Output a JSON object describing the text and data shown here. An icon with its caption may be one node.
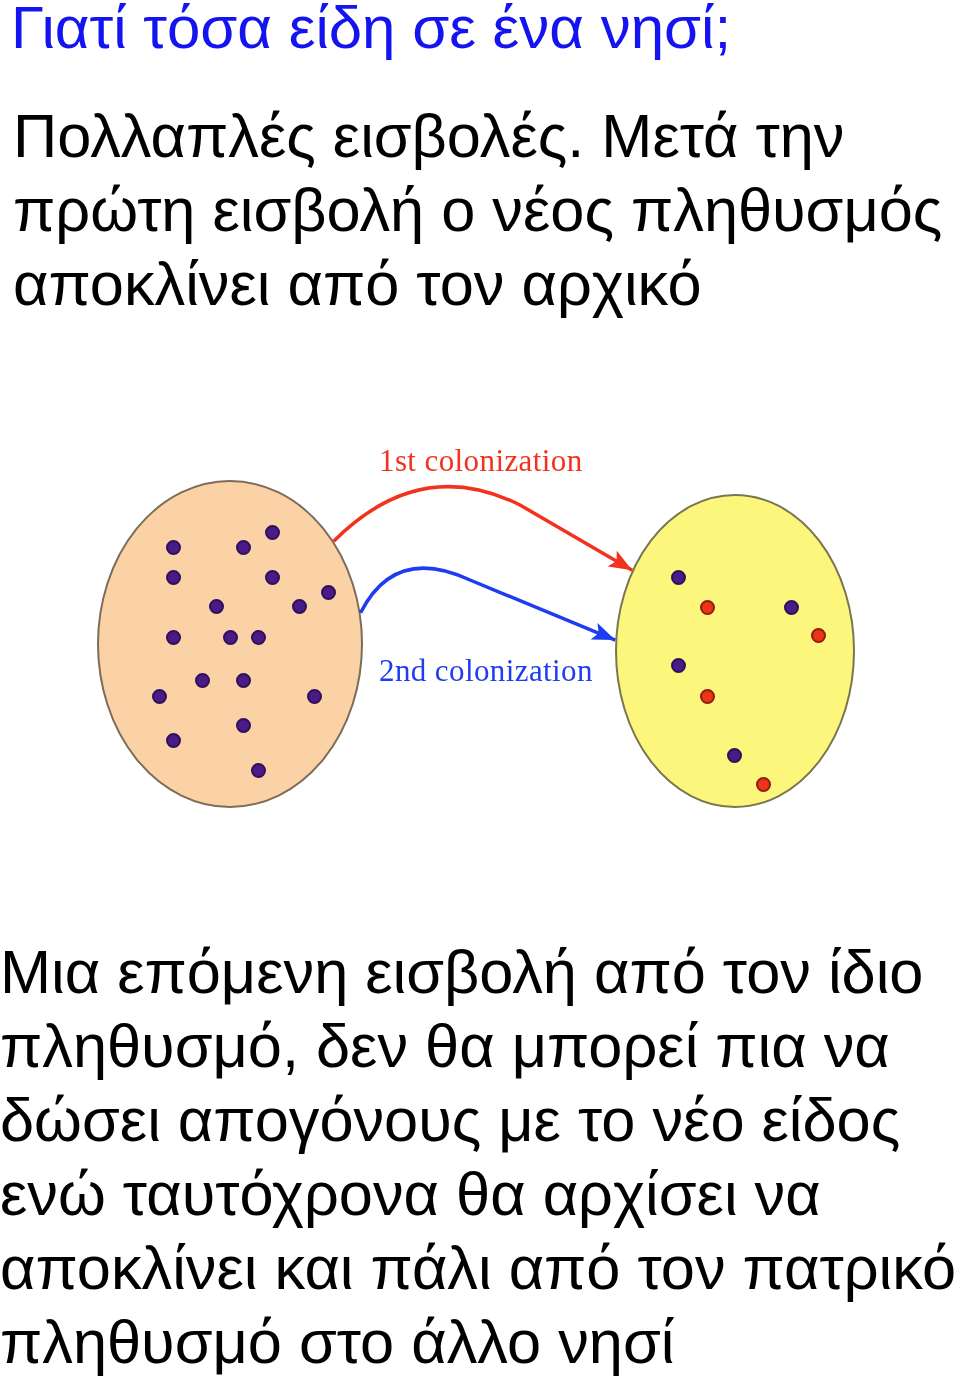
{
  "diagram": {
    "title": "Γιατί τόσα είδη σε ένα νησί;",
    "nodes": [
      {
        "text": [],
        "shape": "ellipse"
      },
      {
        "text": [],
        "shape": "ellipse"
      }
    ],
    "edges": [
      {
        "from": 0,
        "to": 1,
        "arrow": "to",
        "label": "1st colonization",
        "color": "#f2321e"
      },
      {
        "from": 0,
        "to": 1,
        "arrow": "to",
        "label": "2nd colonization",
        "color": "#1e3cf0"
      }
    ],
    "labels": [
      "Πολλαπλές εισβολές. Μετά την πρώτη εισβολή ο νέος πληθυσμός αποκλίνει από τον αρχικό",
      "Μια επόμενη εισβολή από τον ίδιο πληθυσμό, δεν θα μπορεί πια να δώσει απογόνους με το νέο είδος ενώ ταυτόχρονα θα αρχίσει να αποκλίνει και πάλι από τον πατρικό πληθυσμό στο άλλο νησί"
    ]
  }
}
